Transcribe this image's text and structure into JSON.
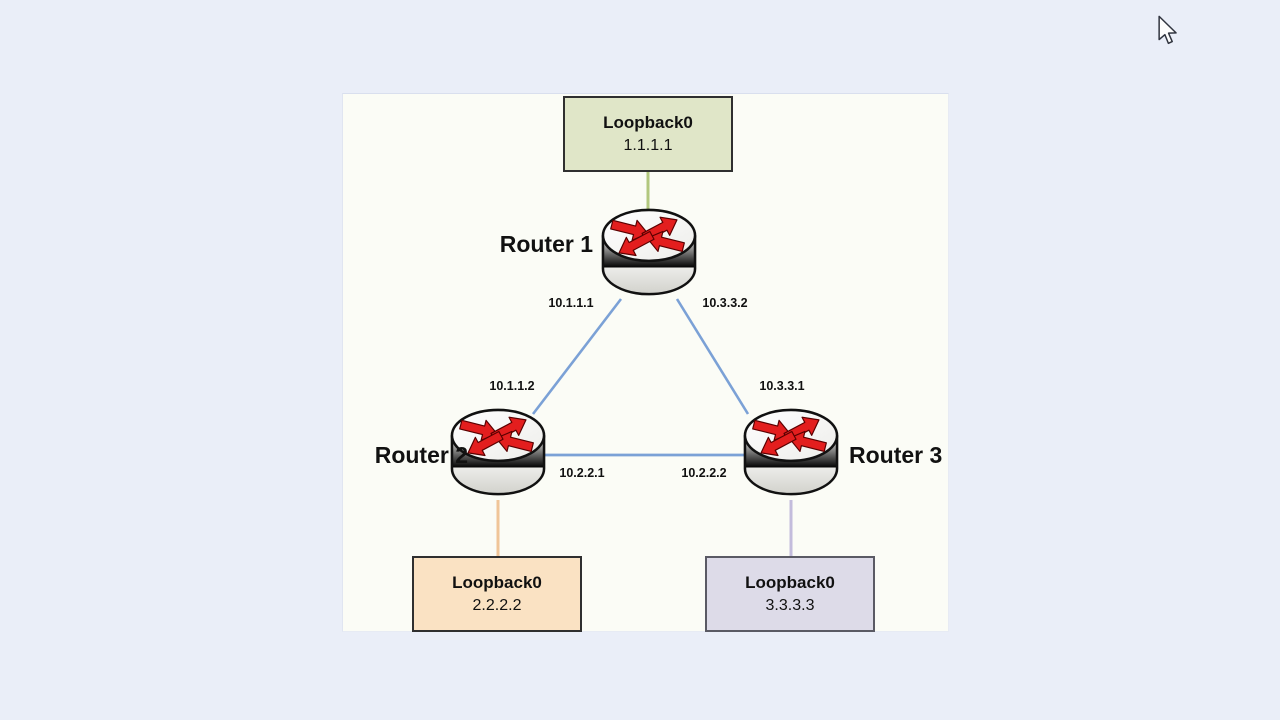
{
  "diagram": {
    "title_hint": "Three-router OSPF-style triangle topology with loopbacks",
    "routers": [
      {
        "id": "router1",
        "label": "Router 1"
      },
      {
        "id": "router2",
        "label": "Router 2"
      },
      {
        "id": "router3",
        "label": "Router 3"
      }
    ],
    "loopbacks": [
      {
        "title": "Loopback0",
        "ip": "1.1.1.1",
        "bg": "#e0e6c8"
      },
      {
        "title": "Loopback0",
        "ip": "2.2.2.2",
        "bg": "#fae2c3"
      },
      {
        "title": "Loopback0",
        "ip": "3.3.3.3",
        "bg": "#dddbe8"
      }
    ],
    "interfaces": [
      {
        "label": "10.1.1.1",
        "router": "router1"
      },
      {
        "label": "10.3.3.2",
        "router": "router1"
      },
      {
        "label": "10.1.1.2",
        "router": "router2"
      },
      {
        "label": "10.3.3.1",
        "router": "router3"
      },
      {
        "label": "10.2.2.1",
        "router": "router2"
      },
      {
        "label": "10.2.2.2",
        "router": "router3"
      }
    ],
    "links": [
      {
        "name": "r1-loopback0",
        "color": "#b2c77e"
      },
      {
        "name": "r1-r2",
        "color": "#7ba1d6"
      },
      {
        "name": "r1-r3",
        "color": "#7ba1d6"
      },
      {
        "name": "r2-r3",
        "color": "#7ba1d6"
      },
      {
        "name": "r2-loopback0",
        "color": "#f0c598"
      },
      {
        "name": "r3-loopback0",
        "color": "#c3bcdc"
      }
    ],
    "colors": {
      "page_bg": "#eaeef8",
      "canvas_bg": "#fbfcf6",
      "router_arrow": "#e31e1e",
      "text": "#111111"
    },
    "cursor": {
      "icon": "mouse-arrow"
    }
  }
}
